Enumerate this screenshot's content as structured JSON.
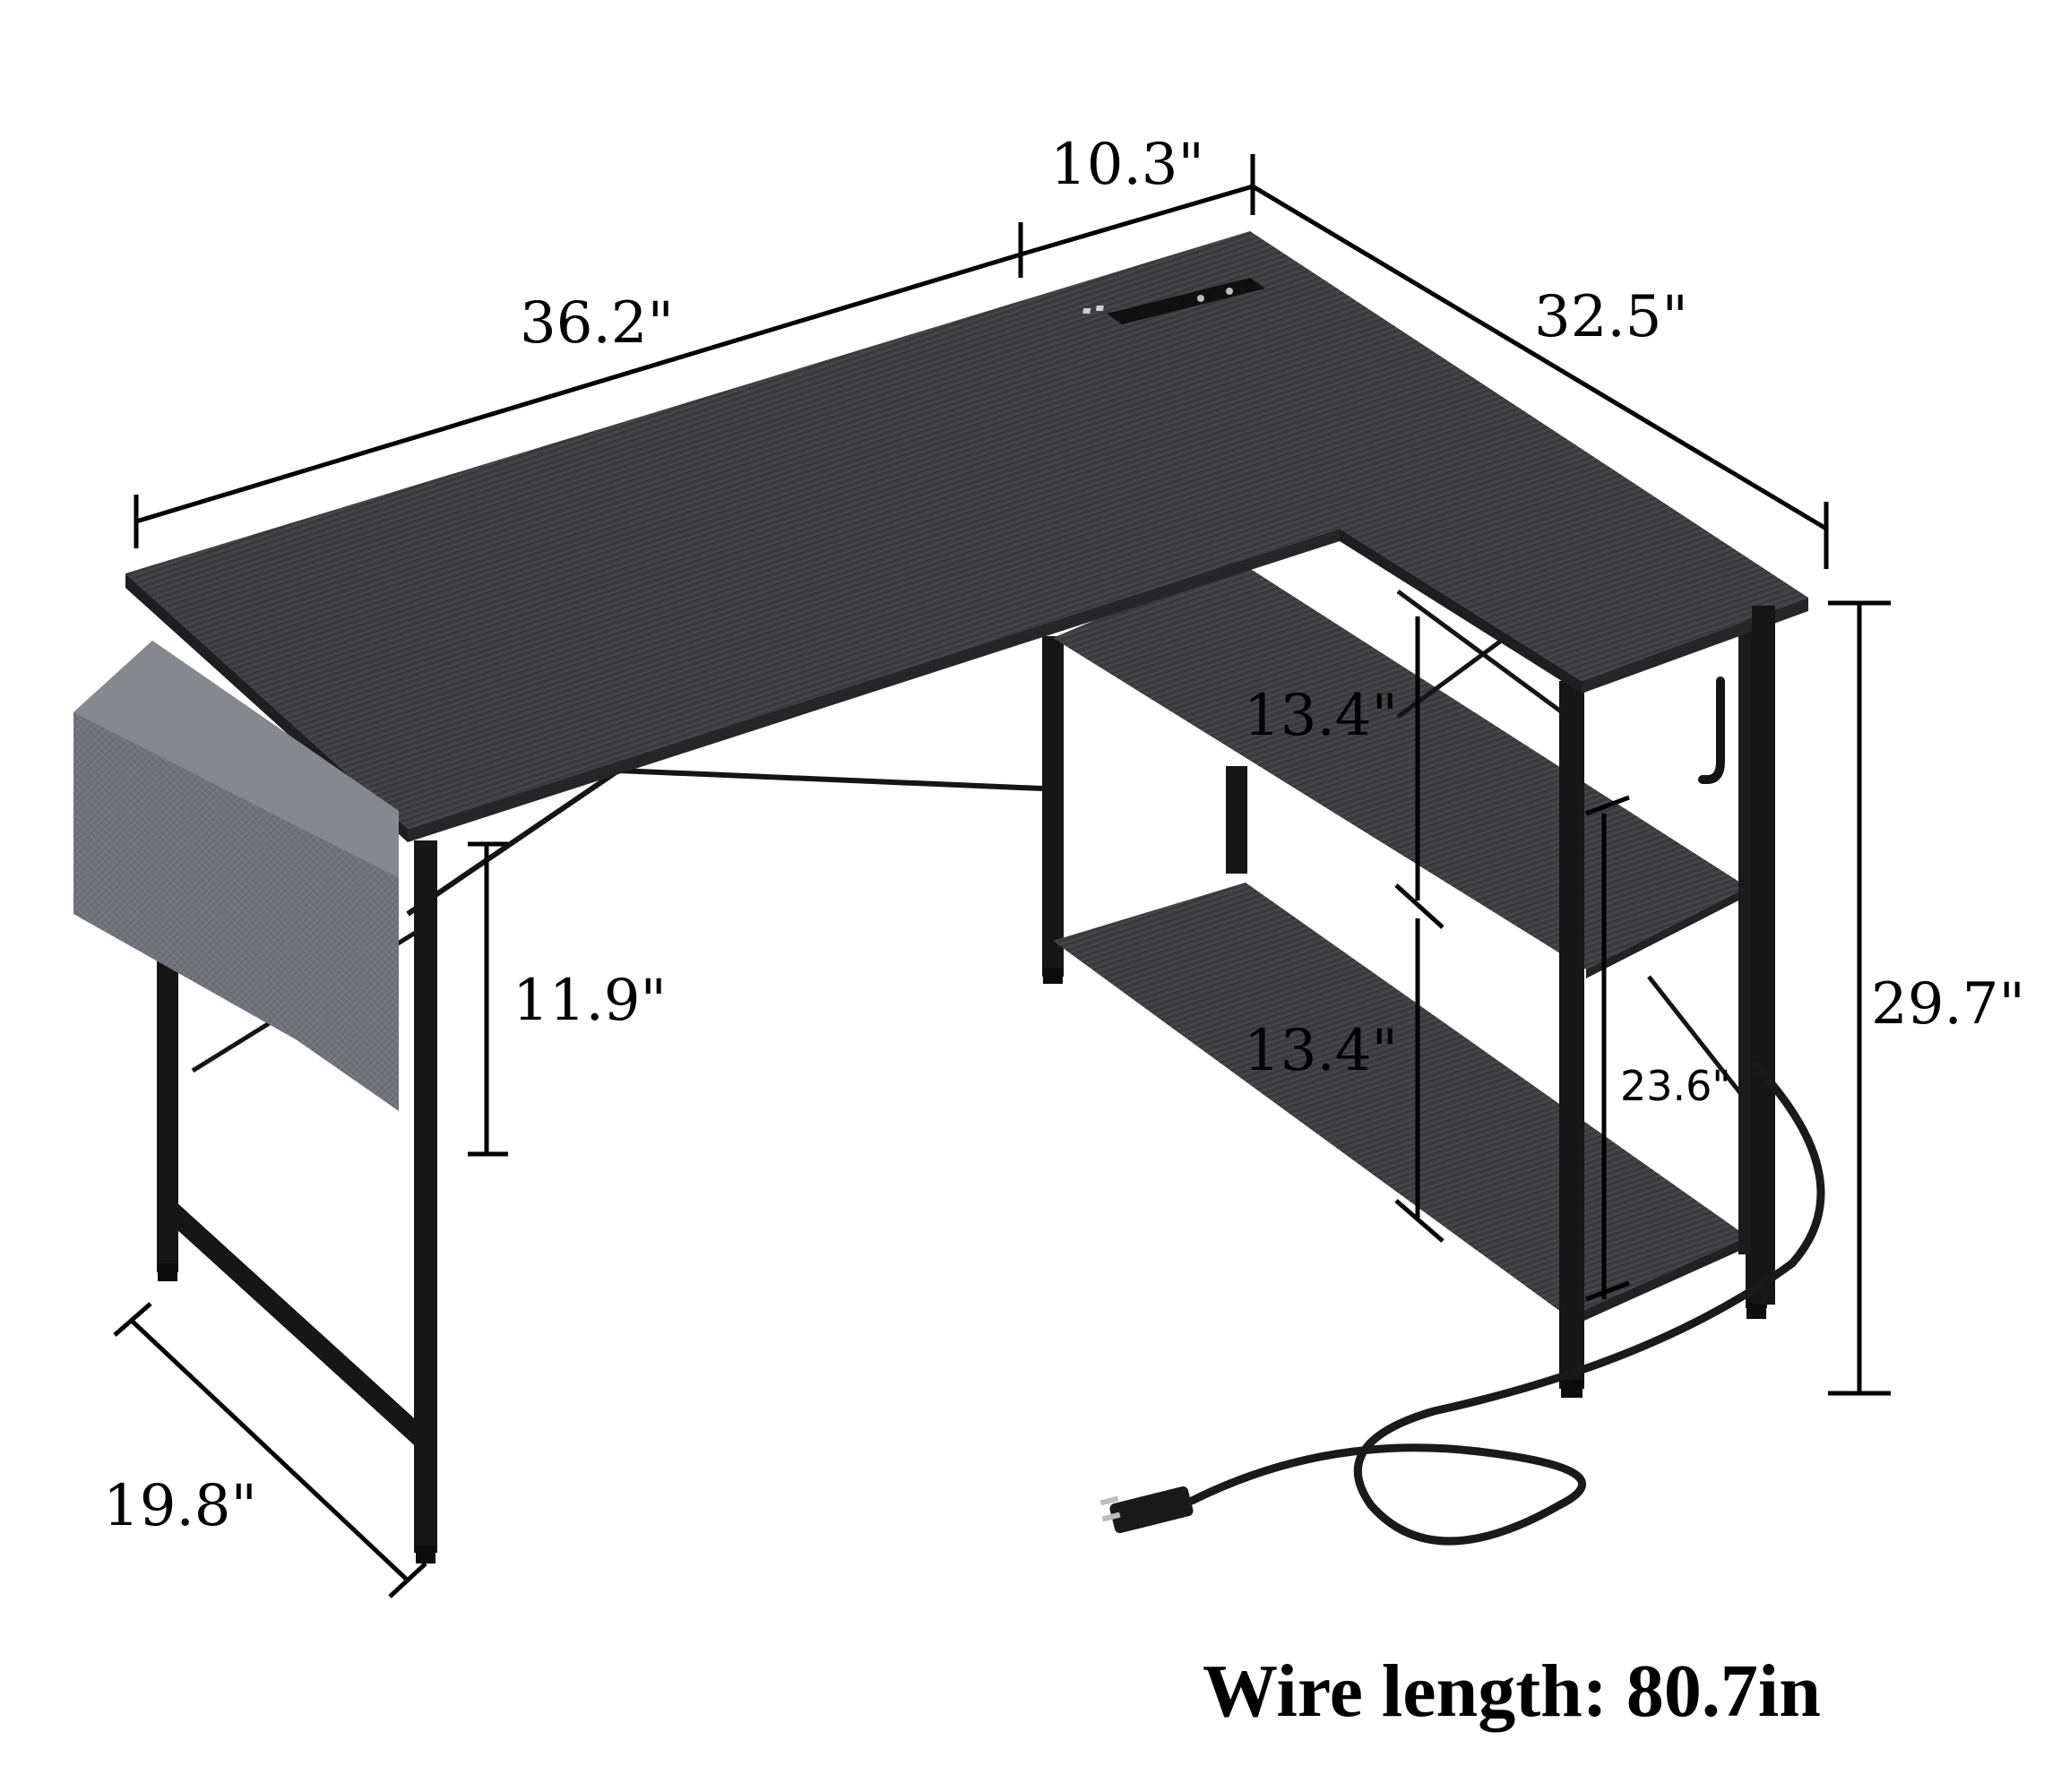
{
  "dimensions": {
    "top_left_width": "36.2\"",
    "top_corner_depth": "10.3\"",
    "top_right_width": "32.5\"",
    "height": "29.7\"",
    "bag_height": "11.9\"",
    "shelf_upper": "13.4\"",
    "shelf_lower": "13.4\"",
    "shelf_total": "23.6\"",
    "left_depth": "19.8\""
  },
  "caption": "Wire length: 80.7in",
  "colors": {
    "desktop": "#3f3f42",
    "frame": "#161616",
    "bag": "#6f7278",
    "background": "#ffffff"
  }
}
